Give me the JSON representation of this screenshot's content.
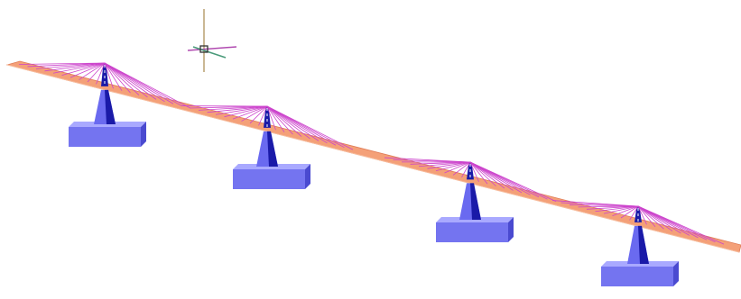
{
  "viewport": {
    "name": "3d-model-viewport",
    "background": "#ffffff"
  },
  "model": {
    "type": "multi-span cable-stayed bridge",
    "tower_count": 4,
    "colors": {
      "deck": "#f4a078",
      "deck_edge": "#e07c57",
      "cables": "#cc44cc",
      "tower_dark": "#1a1aa8",
      "tower_light": "#6a6af0",
      "foundation_top": "#a9a9ff",
      "foundation_front": "#7474f0",
      "foundation_side": "#4a4ad0"
    }
  },
  "axis_gizmo": {
    "colors": {
      "x": "#b04ab0",
      "y": "#4a9a7a",
      "z": "#b8a070",
      "center": "#333333"
    }
  }
}
